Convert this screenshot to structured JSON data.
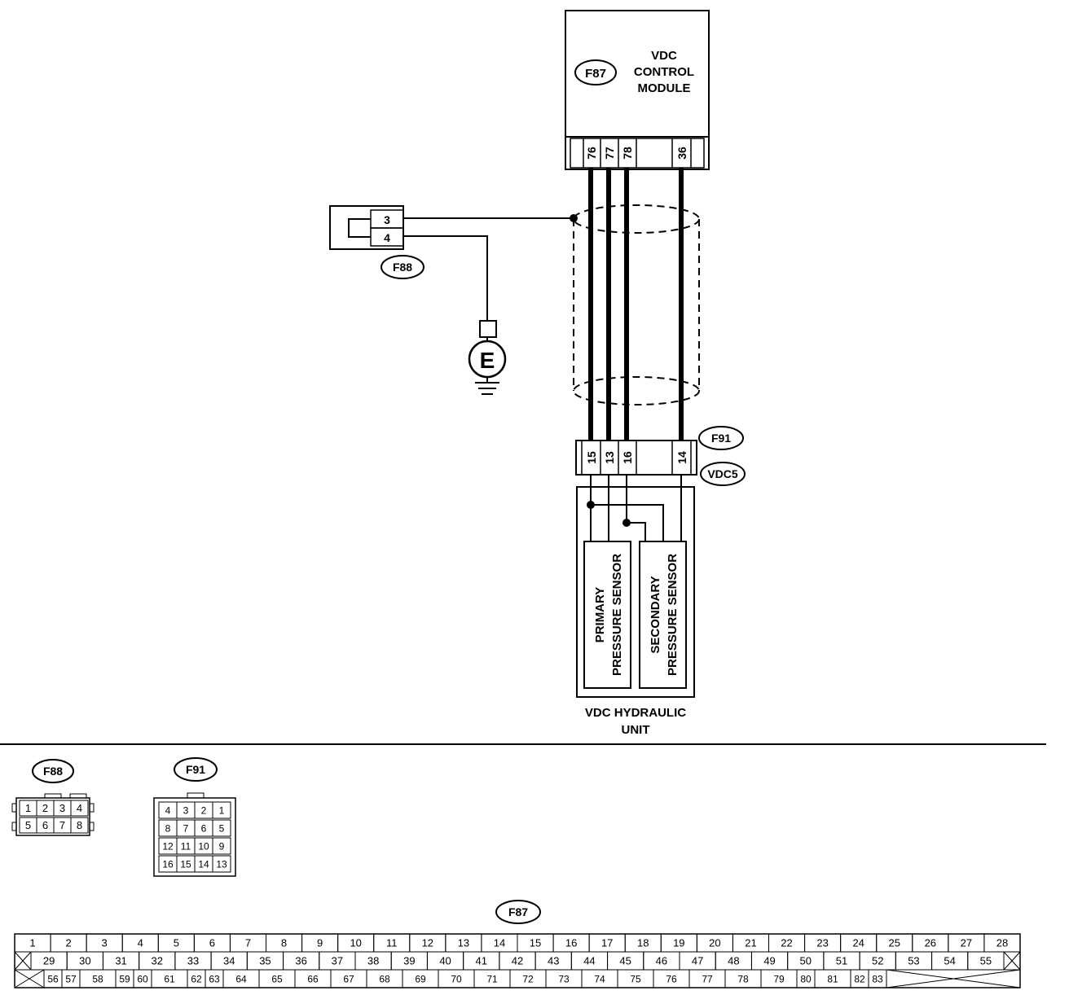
{
  "module": {
    "name_lines": [
      "VDC",
      "CONTROL",
      "MODULE"
    ],
    "connector": "F87",
    "pins": [
      "76",
      "77",
      "78",
      "36"
    ]
  },
  "ground_connector": {
    "connector": "F88",
    "pins": [
      "3",
      "4"
    ],
    "ground_label": "E"
  },
  "hydraulic_unit": {
    "connector": "F91",
    "connector_alt": "VDC5",
    "pins": [
      "15",
      "13",
      "16",
      "14"
    ],
    "primary_sensor_lines": [
      "PRIMARY",
      "PRESSURE SENSOR"
    ],
    "secondary_sensor_lines": [
      "SECONDARY",
      "PRESSURE SENSOR"
    ],
    "name_lines": [
      "VDC HYDRAULIC",
      "UNIT"
    ]
  },
  "connector_views": {
    "f88": {
      "label": "F88",
      "rows": [
        [
          "1",
          "2",
          "3",
          "4"
        ],
        [
          "5",
          "6",
          "7",
          "8"
        ]
      ]
    },
    "f91": {
      "label": "F91",
      "rows": [
        [
          "4",
          "3",
          "2",
          "1"
        ],
        [
          "8",
          "7",
          "6",
          "5"
        ],
        [
          "12",
          "11",
          "10",
          "9"
        ],
        [
          "16",
          "15",
          "14",
          "13"
        ]
      ]
    },
    "f87": {
      "label": "F87",
      "row1": [
        "1",
        "2",
        "3",
        "4",
        "5",
        "6",
        "7",
        "8",
        "9",
        "10",
        "11",
        "12",
        "13",
        "14",
        "15",
        "16",
        "17",
        "18",
        "19",
        "20",
        "21",
        "22",
        "23",
        "24",
        "25",
        "26",
        "27",
        "28"
      ],
      "row2": [
        "29",
        "30",
        "31",
        "32",
        "33",
        "34",
        "35",
        "36",
        "37",
        "38",
        "39",
        "40",
        "41",
        "42",
        "43",
        "44",
        "45",
        "46",
        "47",
        "48",
        "49",
        "50",
        "51",
        "52",
        "53",
        "54",
        "55"
      ],
      "row3": [
        "56",
        "57",
        "58",
        "59",
        "60",
        "61",
        "62",
        "63",
        "64",
        "65",
        "66",
        "67",
        "68",
        "69",
        "70",
        "71",
        "72",
        "73",
        "74",
        "75",
        "76",
        "77",
        "78",
        "79",
        "80",
        "81",
        "82",
        "83"
      ]
    }
  }
}
